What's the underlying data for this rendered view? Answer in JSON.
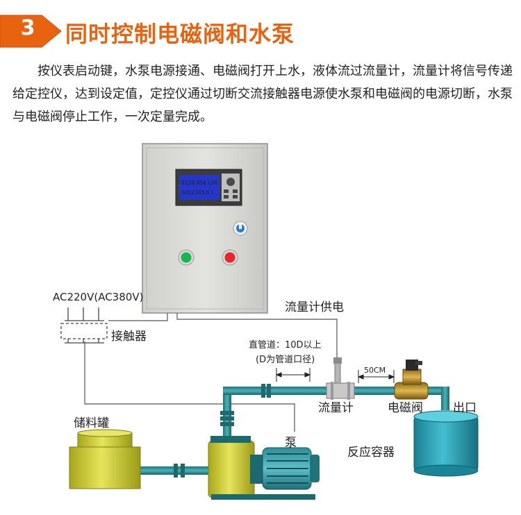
{
  "header": {
    "step_number": "3",
    "title": "同时控制电磁阀和水泵",
    "description": "按仪表启动键，水泵电源接通、电磁阀打开上水，液体流过流量计，流量计将信号传递给定控仪，达到设定值，定控仪通过切断交流接触器电源使水泵和电磁阀的电源切断，水泵与电磁阀停止工作，一次定量完成。"
  },
  "diagram": {
    "power_label": "AC220V(AC380V)",
    "contactor_label": "接触器",
    "flowmeter_power_label": "流量计供电",
    "straight_pipe_label": "直管道：10D以上",
    "pipe_diameter_note": "(D为管道口径)",
    "distance_label": "50CM",
    "flowmeter_label": "流量计",
    "solenoid_valve_label": "电磁阀",
    "outlet_label": "出口",
    "storage_tank_label": "储料罐",
    "pump_label": "泵",
    "reactor_label": "反应容器",
    "lcd_line1": "0128.456  L/M",
    "lcd_line2": "0012345.6 L"
  },
  "colors": {
    "accent": "#e8630f",
    "pipe": "#2d8f94",
    "tank": "#c9c832",
    "reactor": "#2a9eb0",
    "cabinet": "#dcdcd8",
    "lcd": "#2437c8",
    "green_button": "#17b84a",
    "red_button": "#e8262a"
  }
}
